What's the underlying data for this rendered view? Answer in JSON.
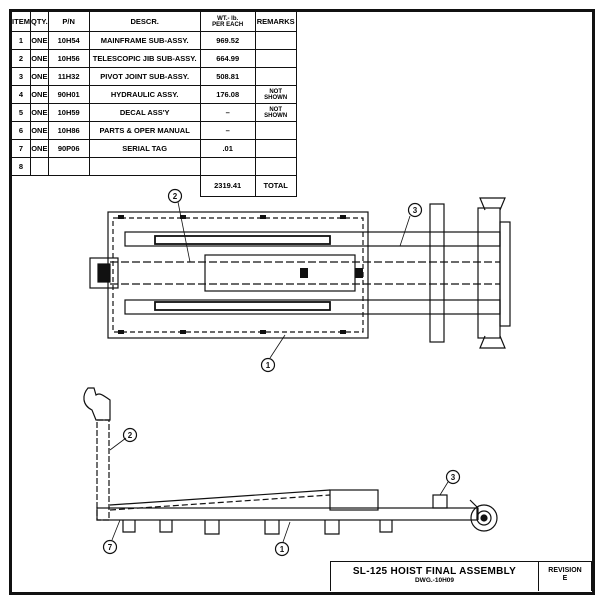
{
  "bom": {
    "headers": {
      "item": "ITEM",
      "qty": "QTY.",
      "pn": "P/N",
      "descr": "DESCR.",
      "wt_line1": "WT.- lb.",
      "wt_line2": "PER EACH",
      "remarks": "REMARKS"
    },
    "rows": [
      {
        "item": "1",
        "qty": "ONE",
        "pn": "10H54",
        "descr": "MAINFRAME SUB-ASSY.",
        "wt": "969.52",
        "remarks": ""
      },
      {
        "item": "2",
        "qty": "ONE",
        "pn": "10H56",
        "descr": "TELESCOPIC JIB SUB-ASSY.",
        "wt": "664.99",
        "remarks": ""
      },
      {
        "item": "3",
        "qty": "ONE",
        "pn": "11H32",
        "descr": "PIVOT JOINT SUB-ASSY.",
        "wt": "508.81",
        "remarks": ""
      },
      {
        "item": "4",
        "qty": "ONE",
        "pn": "90H01",
        "descr": "HYDRAULIC ASSY.",
        "wt": "176.08",
        "remarks": "NOT SHOWN"
      },
      {
        "item": "5",
        "qty": "ONE",
        "pn": "10H59",
        "descr": "DECAL ASS'Y",
        "wt": "–",
        "remarks": "NOT SHOWN"
      },
      {
        "item": "6",
        "qty": "ONE",
        "pn": "10H86",
        "descr": "PARTS & OPER MANUAL",
        "wt": "–",
        "remarks": ""
      },
      {
        "item": "7",
        "qty": "ONE",
        "pn": "90P06",
        "descr": "SERIAL TAG",
        "wt": ".01",
        "remarks": ""
      },
      {
        "item": "8",
        "qty": "",
        "pn": "",
        "descr": "",
        "wt": "",
        "remarks": ""
      }
    ],
    "total_value": "2319.41",
    "total_label": "TOTAL"
  },
  "title_block": {
    "title": "SL-125 HOIST FINAL ASSEMBLY",
    "drawing_no": "DWG.-10H09",
    "revision_label": "REVISION",
    "revision": "E"
  },
  "balloons": {
    "top_view": [
      "2",
      "3",
      "1"
    ],
    "side_view": [
      "2",
      "3",
      "7",
      "1"
    ]
  }
}
